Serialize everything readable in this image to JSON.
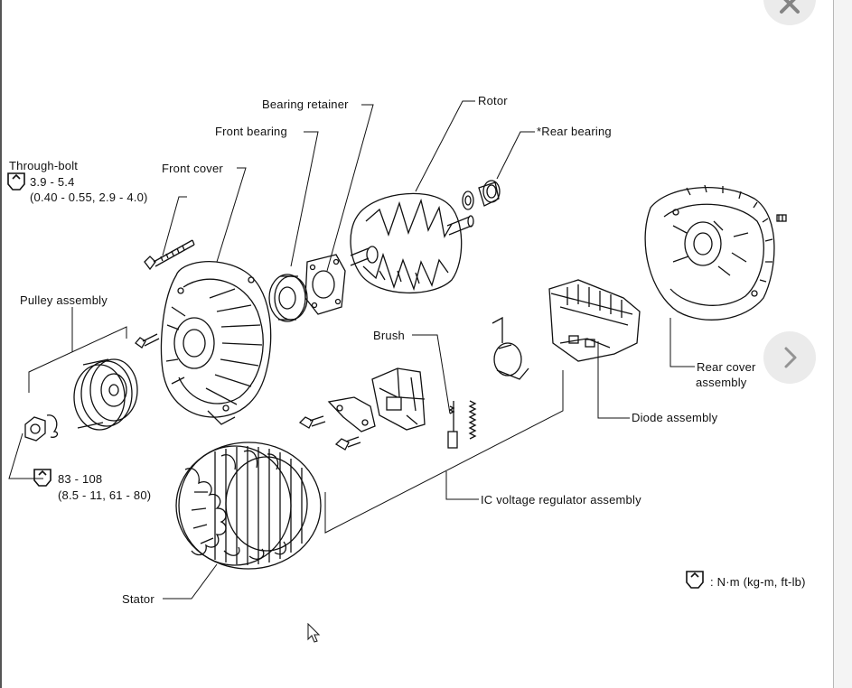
{
  "viewer": {
    "close_icon": "close-icon",
    "next_icon": "chevron-right-icon"
  },
  "diagram": {
    "labels": {
      "through_bolt": "Through-bolt",
      "through_bolt_torque": "3.9 - 5.4",
      "through_bolt_torque_alt": "(0.40 - 0.55, 2.9 - 4.0)",
      "front_cover": "Front cover",
      "front_bearing": "Front bearing",
      "bearing_retainer": "Bearing retainer",
      "rotor": "Rotor",
      "rear_bearing": "*Rear bearing",
      "pulley_assembly": "Pulley assembly",
      "pulley_torque": "83 - 108",
      "pulley_torque_alt": "(8.5 - 11, 61 - 80)",
      "brush": "Brush",
      "rear_cover_1": "Rear cover",
      "rear_cover_2": "assembly",
      "diode_assembly": "Diode assembly",
      "ic_regulator": "IC voltage regulator assembly",
      "stator": "Stator",
      "legend_units": ": N·m (kg-m, ft-lb)"
    },
    "torque_icon": "torque-wrench-icon",
    "line_color": "#111111"
  }
}
